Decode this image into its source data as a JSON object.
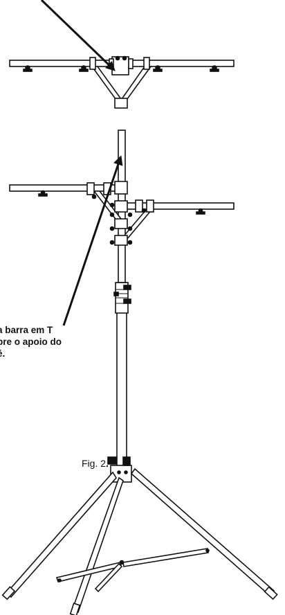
{
  "callout": {
    "line1": "a barra em T",
    "line2": "bre o apoio do",
    "line3": "é."
  },
  "figure": {
    "label": "Fig. 2",
    "label_suffix": "."
  },
  "colors": {
    "stroke": "#111111",
    "background": "#ffffff"
  }
}
